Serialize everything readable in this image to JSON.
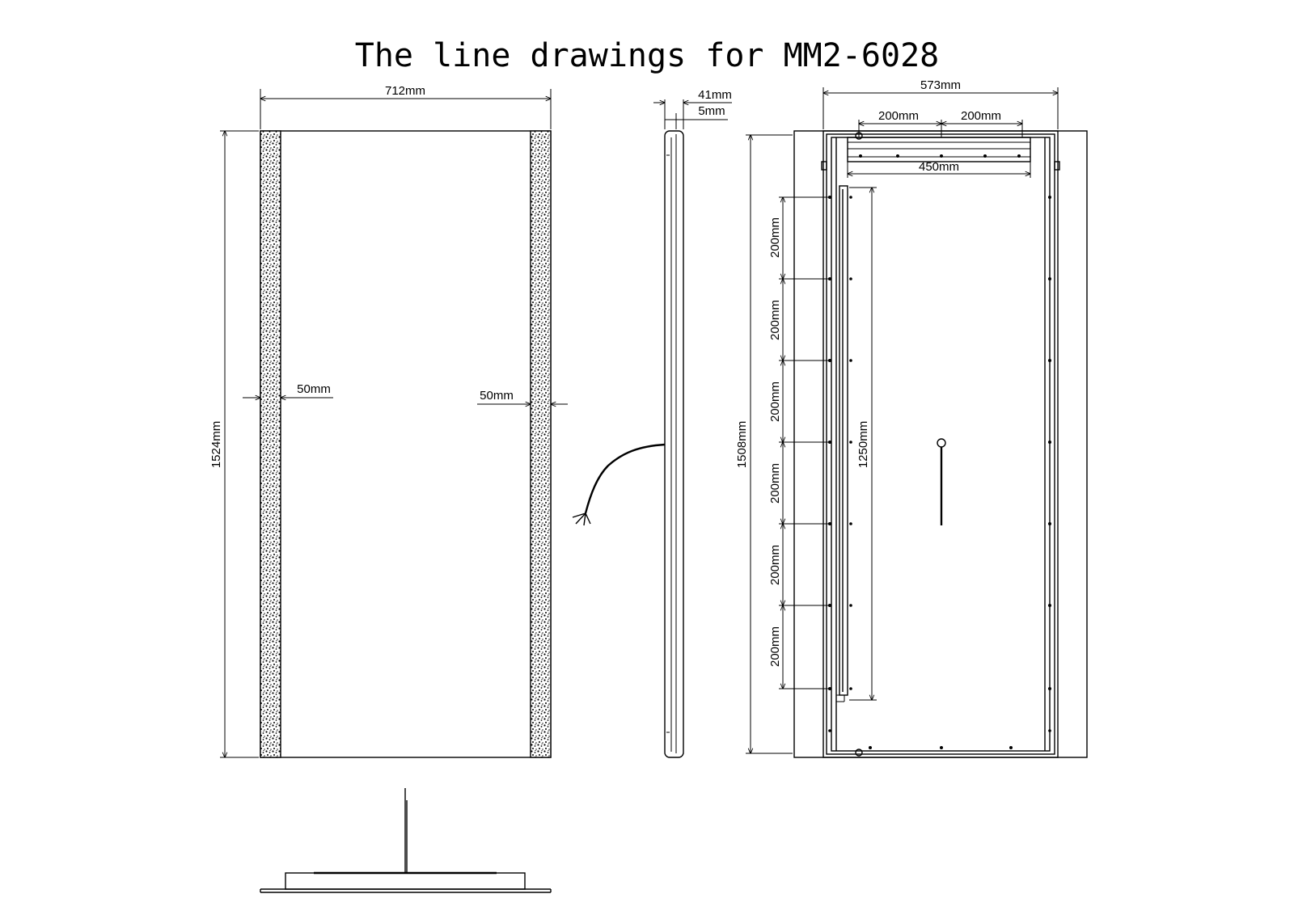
{
  "title": "The line drawings for MM2-6028",
  "colors": {
    "ink": "#000000",
    "paper": "#ffffff"
  },
  "dimensions": {
    "front_width": "712mm",
    "front_height": "1524mm",
    "front_left_strip": "50mm",
    "front_right_strip": "50mm",
    "side_depth": "41mm",
    "side_glass": "5mm",
    "back_width": "573mm",
    "back_top_left_spacing": "200mm",
    "back_top_right_spacing": "200mm",
    "back_bracket_width": "450mm",
    "back_height": "1508mm",
    "back_rail_length": "1250mm",
    "back_vertical_spacings": [
      "200mm",
      "200mm",
      "200mm",
      "200mm",
      "200mm",
      "200mm"
    ]
  }
}
